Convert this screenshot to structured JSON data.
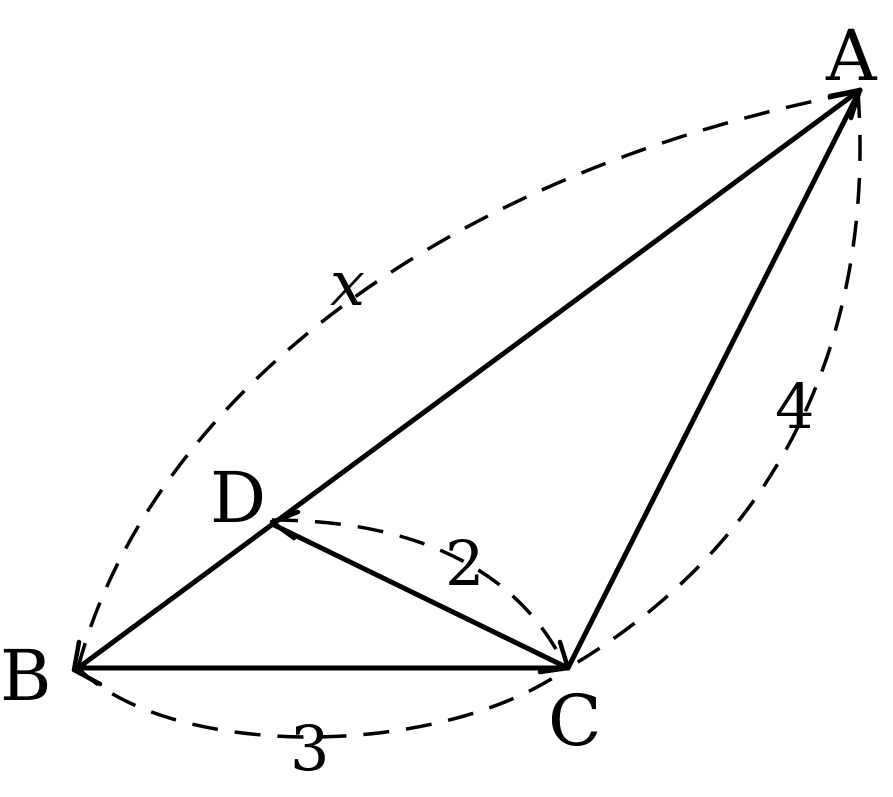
{
  "points": {
    "A": "A",
    "B": "B",
    "C": "C",
    "D": "D"
  },
  "measures": {
    "AB": "x",
    "AC": "4",
    "BC": "3",
    "CD": "2"
  }
}
